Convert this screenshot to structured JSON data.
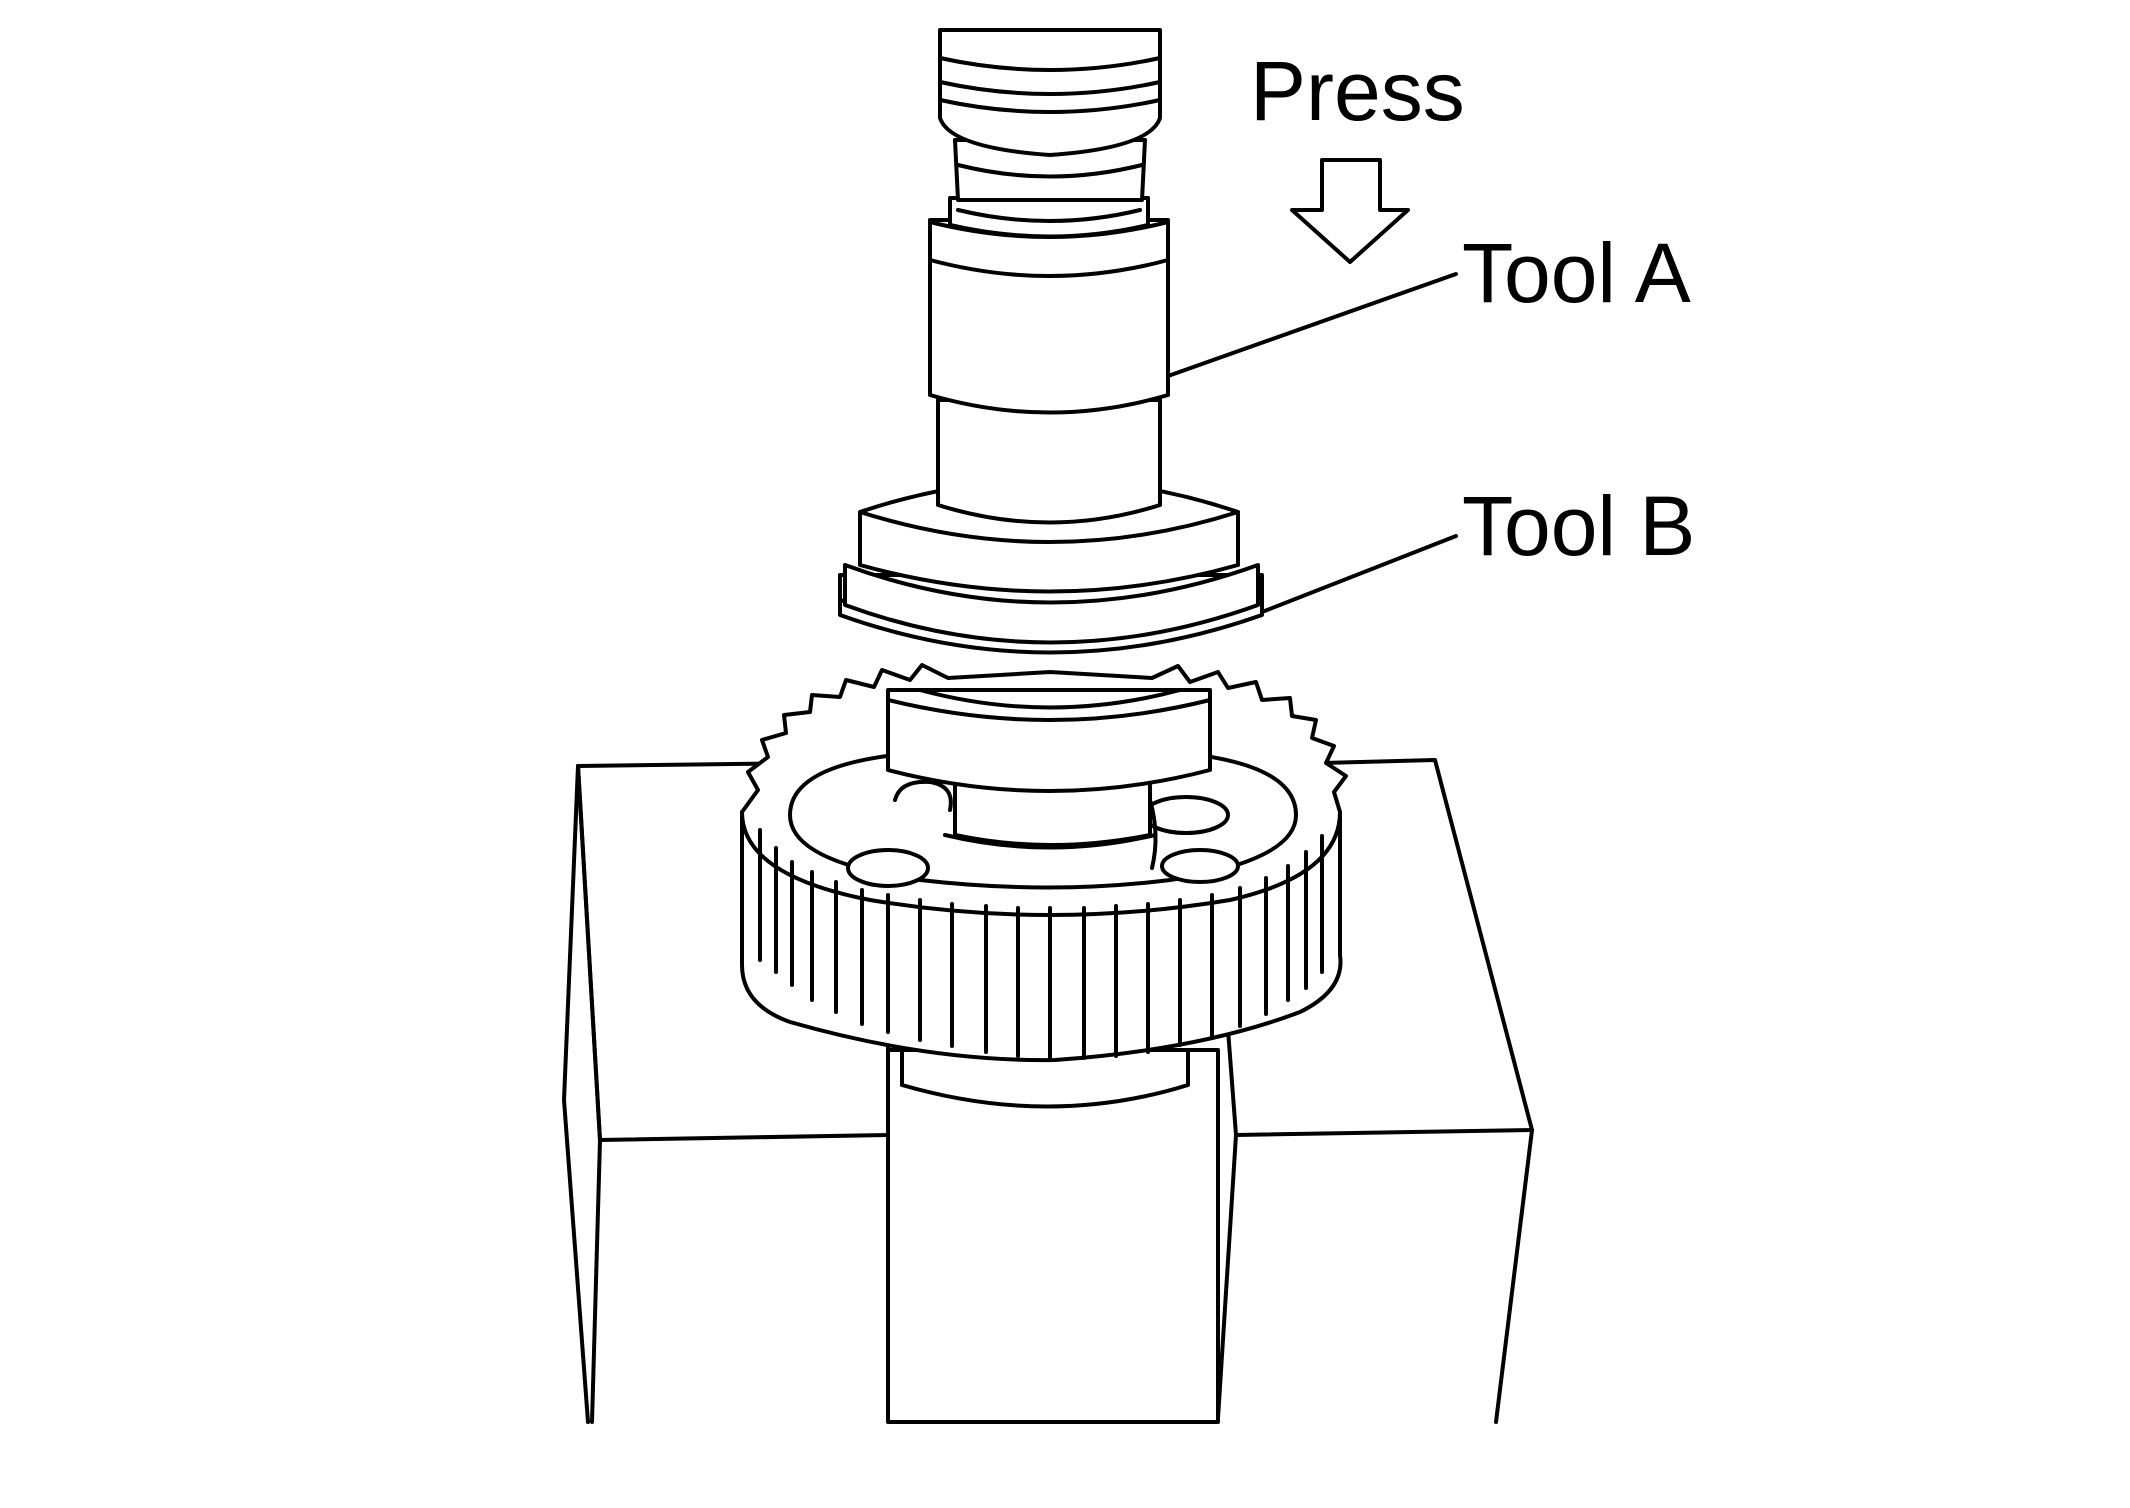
{
  "labels": {
    "press": "Press",
    "tool_a": "Tool A",
    "tool_b": "Tool B"
  },
  "colors": {
    "line": "#000000",
    "background": "#ffffff"
  }
}
